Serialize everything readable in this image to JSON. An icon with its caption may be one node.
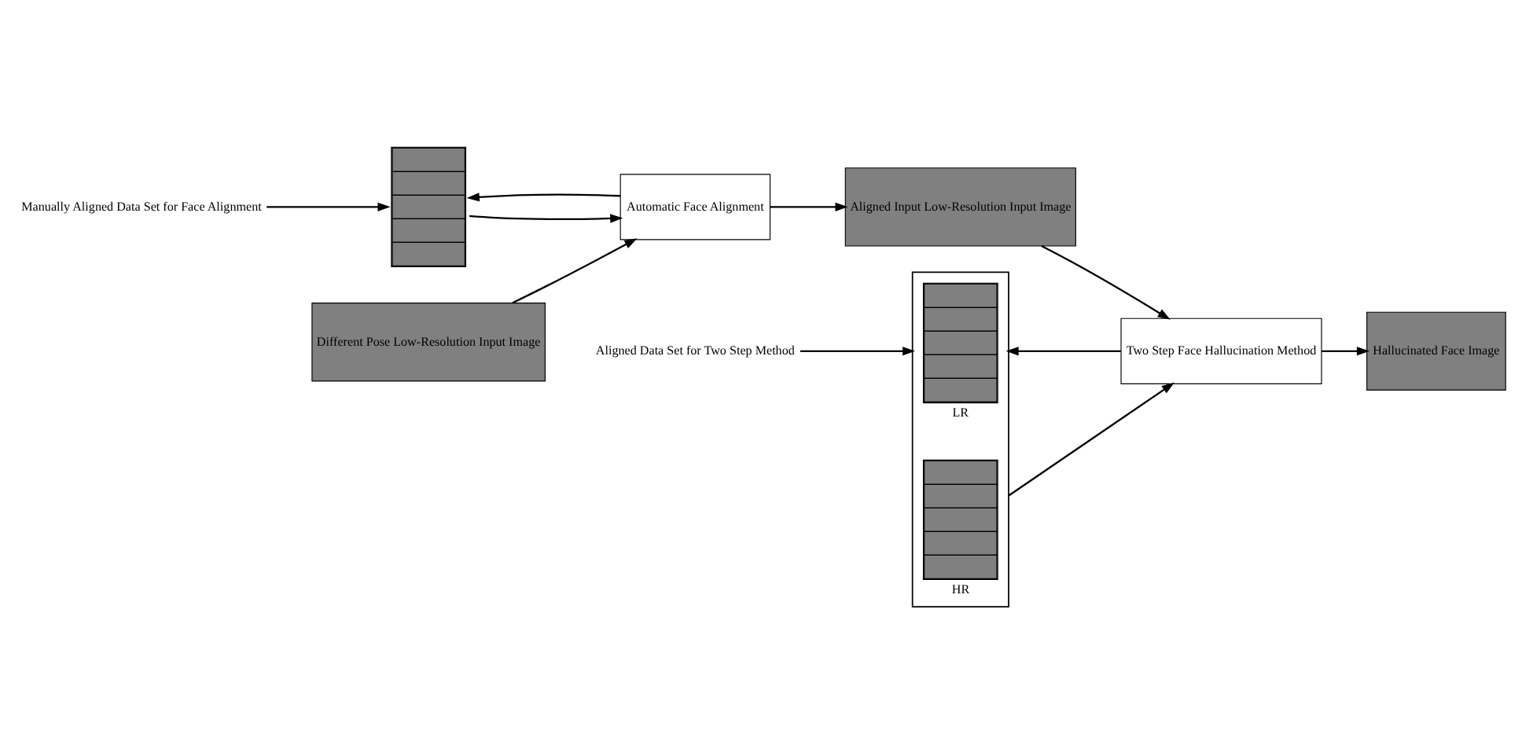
{
  "diagram": {
    "nodes": [
      {
        "text": [
          "Manually Aligned Data Set for Face Alignment"
        ]
      },
      {
        "text": [],
        "shape": "box"
      },
      {
        "text": [],
        "shape": "box"
      },
      {
        "text": [],
        "shape": "box",
        "in": 2,
        "beside": [
          "LR"
        ]
      },
      {
        "text": [],
        "shape": "box",
        "in": 2,
        "beside": [
          "HR"
        ]
      },
      {
        "text": [
          "Aligned Data Set for Two Step Method"
        ]
      },
      {
        "text": [
          "Different Pose Low-Resolution Input Image"
        ]
      },
      {
        "text": [
          "Automatic Face Alignment"
        ]
      },
      {
        "text": [
          "Two Step Face Hallucination Method"
        ]
      },
      {
        "text": [
          "Hallucinated Face Image"
        ]
      },
      {
        "text": [
          "Aligned Input Low-Resolution Input Image"
        ]
      }
    ],
    "edges": [
      {
        "from": 0,
        "to": 1,
        "arrow": "to"
      },
      {
        "from": 1,
        "to": 7,
        "arrow": "to"
      },
      {
        "from": 7,
        "to": 1,
        "arrow": "to"
      },
      {
        "from": 5,
        "to": 2,
        "arrow": "to"
      },
      {
        "from": 6,
        "to": 7,
        "arrow": "to"
      },
      {
        "from": 7,
        "to": 10,
        "arrow": "to"
      },
      {
        "from": 10,
        "to": 8,
        "arrow": "to"
      },
      {
        "from": 2,
        "to": 8,
        "arrow": "to"
      },
      {
        "from": 8,
        "to": 2,
        "arrow": "to"
      },
      {
        "from": 8,
        "to": 9,
        "arrow": "to"
      }
    ]
  }
}
